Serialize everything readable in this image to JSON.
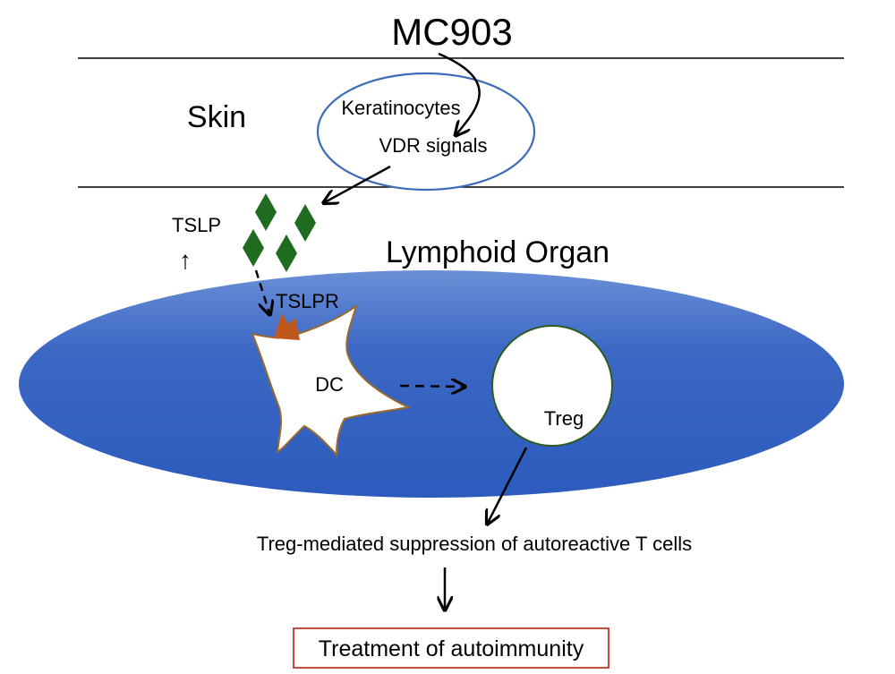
{
  "labels": {
    "drug": "MC903",
    "skin": "Skin",
    "keratinocytes": "Keratinocytes",
    "vdr_signals": "VDR signals",
    "tslp": "TSLP",
    "tslp_up_arrow": "↑",
    "lymphoid_organ": "Lymphoid Organ",
    "tslpr": "TSLPR",
    "dc": "DC",
    "treg": "Treg",
    "suppression": "Treg-mediated suppression of autoreactive T cells",
    "outcome": "Treatment of autoimmunity"
  },
  "colors": {
    "organ_blue": "#3c68c4",
    "keratinocyte_outline": "#3c6bb8",
    "tslp_diamond": "#1f6b1f",
    "tslpr_orange": "#c0581d",
    "dc_outline": "#9a6a2a",
    "dc_fill": "#ffffff",
    "treg_outline": "#2f5a1f",
    "outcome_box_border": "#c0392b"
  }
}
